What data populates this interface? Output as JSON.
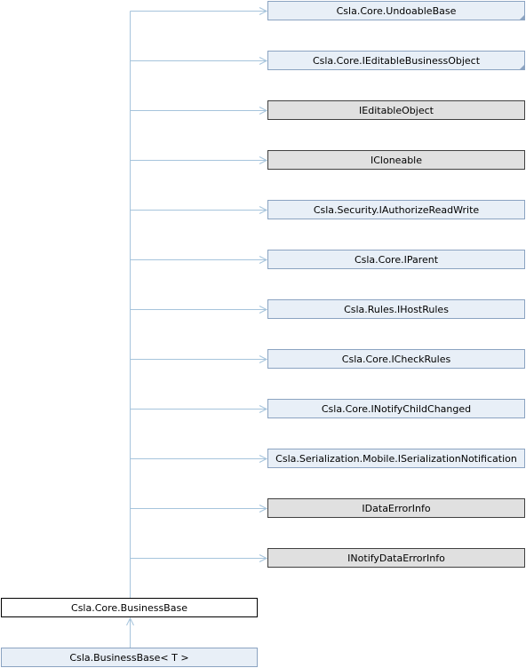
{
  "diagram": {
    "colors": {
      "edge": "#a6c4dc",
      "documented_fill": "#e8eff7",
      "documented_border": "#8ba3c1",
      "external_fill": "#e0e0e0",
      "external_border": "#404040",
      "current_fill": "#ffffff",
      "current_border": "#000000",
      "text": "#000000"
    },
    "bases": [
      {
        "label": "Csla.Core.UndoableBase",
        "kind": "documented",
        "collapsed": true
      },
      {
        "label": "Csla.Core.IEditableBusinessObject",
        "kind": "documented",
        "collapsed": true
      },
      {
        "label": "IEditableObject",
        "kind": "external",
        "collapsed": false
      },
      {
        "label": "ICloneable",
        "kind": "external",
        "collapsed": false
      },
      {
        "label": "Csla.Security.IAuthorizeReadWrite",
        "kind": "documented",
        "collapsed": false
      },
      {
        "label": "Csla.Core.IParent",
        "kind": "documented",
        "collapsed": false
      },
      {
        "label": "Csla.Rules.IHostRules",
        "kind": "documented",
        "collapsed": false
      },
      {
        "label": "Csla.Core.ICheckRules",
        "kind": "documented",
        "collapsed": false
      },
      {
        "label": "Csla.Core.INotifyChildChanged",
        "kind": "documented",
        "collapsed": false
      },
      {
        "label": "Csla.Serialization.Mobile.ISerializationNotification",
        "kind": "documented",
        "collapsed": false
      },
      {
        "label": "IDataErrorInfo",
        "kind": "external",
        "collapsed": false
      },
      {
        "label": "INotifyDataErrorInfo",
        "kind": "external",
        "collapsed": false
      }
    ],
    "current": {
      "label": "Csla.Core.BusinessBase",
      "kind": "current"
    },
    "derived": {
      "label": "Csla.BusinessBase< T >",
      "kind": "documented"
    }
  }
}
